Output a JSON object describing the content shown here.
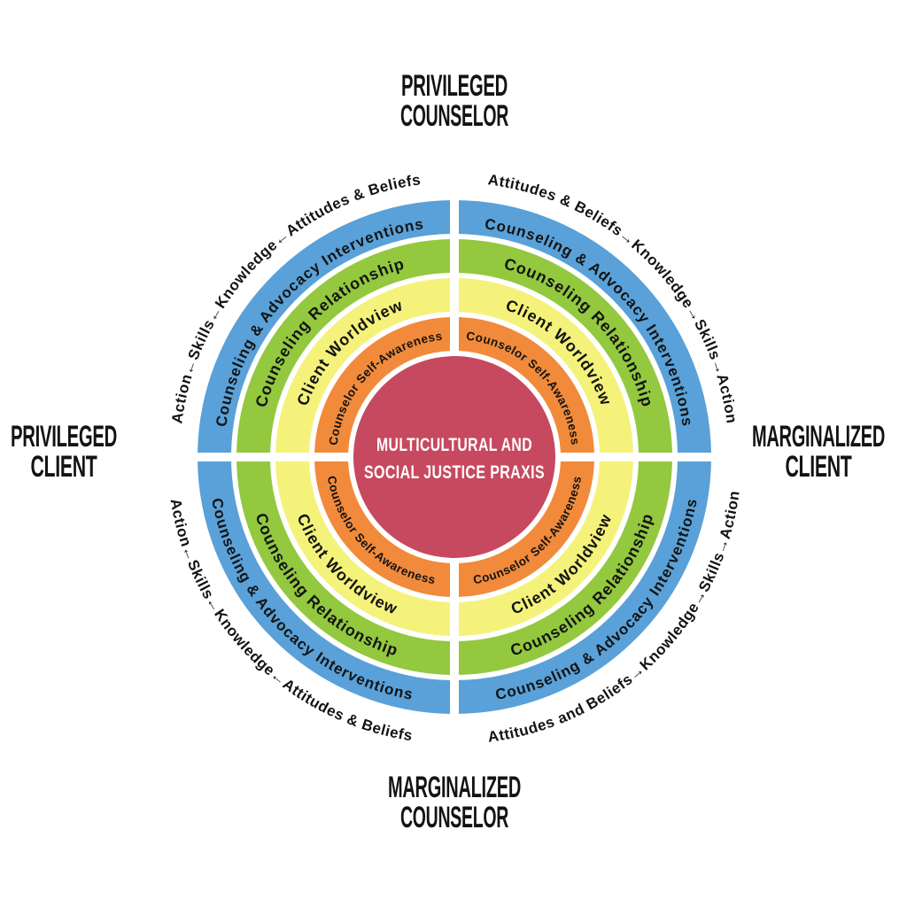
{
  "diagram": {
    "center": {
      "line1": "MULTICULTURAL AND",
      "line2": "SOCIAL JUSTICE PRAXIS"
    },
    "quadrant_labels": {
      "top": [
        "PRIVILEGED",
        "COUNSELOR"
      ],
      "left": [
        "PRIVILEGED",
        "CLIENT"
      ],
      "right": [
        "MARGINALIZED",
        "CLIENT"
      ],
      "bottom": [
        "MARGINALIZED",
        "COUNSELOR"
      ]
    },
    "rings": {
      "self_awareness": "Counselor Self-Awareness",
      "worldview": "Client Worldview",
      "relationship": "Counseling Relationship",
      "interventions": "Counseling & Advocacy Interventions"
    },
    "competency_arcs": {
      "top_left": "Action←Skills←Knowledge←Attitudes & Beliefs",
      "top_right": "Attitudes & Beliefs→Knowledge→Skills→Action",
      "bottom_left": "Action←Skills←Knowledge←Attitudes & Beliefs",
      "bottom_right": "Attitudes and Beliefs→Knowledge→Skills→Action"
    },
    "colors": {
      "center": "#c7495f",
      "self_awareness": "#f18a3b",
      "worldview": "#f5f27b",
      "relationship": "#93c83f",
      "interventions": "#59a1d8"
    }
  }
}
